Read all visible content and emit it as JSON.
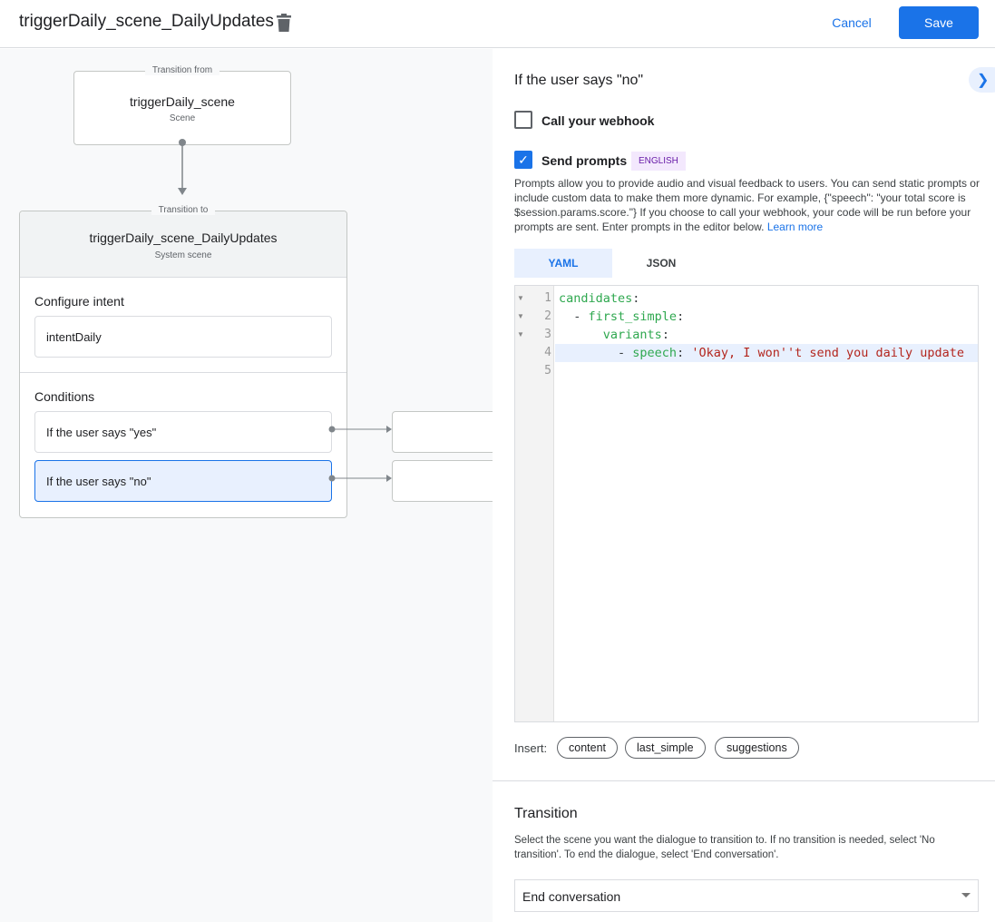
{
  "header": {
    "title": "triggerDaily_scene_DailyUpdates",
    "cancel_label": "Cancel",
    "save_label": "Save"
  },
  "canvas": {
    "from": {
      "legend": "Transition from",
      "name": "triggerDaily_scene",
      "type": "Scene"
    },
    "to": {
      "legend": "Transition to",
      "name": "triggerDaily_scene_DailyUpdates",
      "type": "System scene"
    },
    "intent_label": "Configure intent",
    "intent_value": "intentDaily",
    "conditions_label": "Conditions",
    "conditions": [
      {
        "label": "If the user says \"yes\"",
        "selected": false
      },
      {
        "label": "If the user says \"no\"",
        "selected": true
      }
    ]
  },
  "panel": {
    "title": "If the user says \"no\"",
    "webhook": {
      "label": "Call your webhook",
      "checked": false
    },
    "prompts": {
      "label": "Send prompts",
      "checked": true,
      "badge": "ENGLISH",
      "description": "Prompts allow you to provide audio and visual feedback to users. You can send static prompts or include custom data to make them more dynamic. For example, {\"speech\": \"your total score is $session.params.score.\"} If you choose to call your webhook, your code will be run before your prompts are sent. Enter prompts in the editor below.",
      "learn_more": "Learn more"
    },
    "tabs": [
      {
        "label": "YAML",
        "active": true
      },
      {
        "label": "JSON",
        "active": false
      }
    ],
    "editor": {
      "line_numbers": [
        "1",
        "2",
        "3",
        "4",
        "5"
      ],
      "lines": [
        {
          "key": "candidates",
          "prefix": "",
          "value": ""
        },
        {
          "key": "first_simple",
          "prefix": "  - ",
          "value": ""
        },
        {
          "key": "variants",
          "prefix": "      ",
          "value": ""
        },
        {
          "key": "speech",
          "prefix": "        - ",
          "value": "'Okay, I won''t send you daily update"
        },
        {
          "key": "",
          "prefix": "",
          "value": ""
        }
      ]
    },
    "insert_label": "Insert:",
    "insert_chips": [
      "content",
      "last_simple",
      "suggestions"
    ],
    "transition": {
      "title": "Transition",
      "description": "Select the scene you want the dialogue to transition to. If no transition is needed, select 'No transition'. To end the dialogue, select 'End conversation'.",
      "selected": "End conversation"
    },
    "colors": {
      "accent": "#1a73e8",
      "badge_bg": "#f3e8fd",
      "badge_text": "#681da8",
      "selected_bg": "#e8f0fe"
    }
  }
}
